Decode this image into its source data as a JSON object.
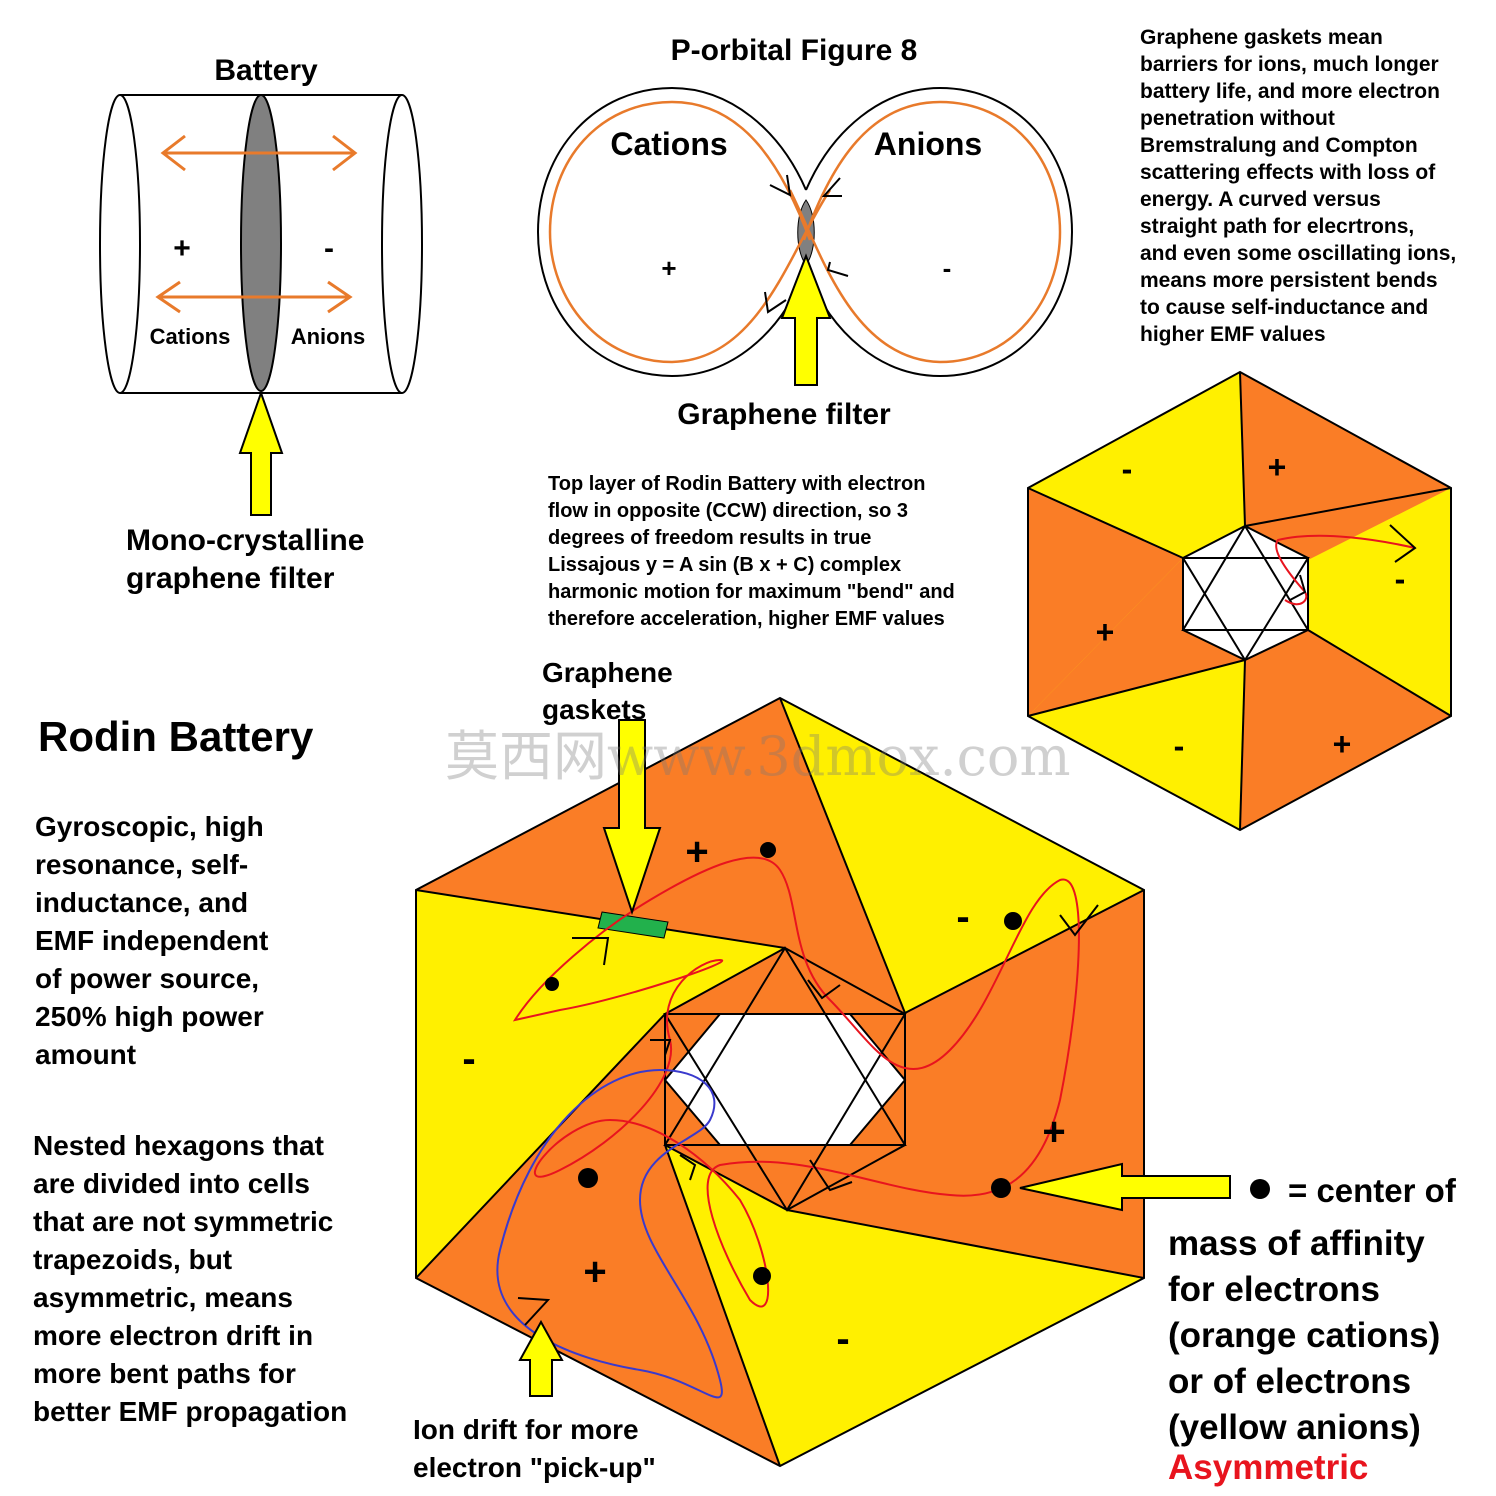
{
  "battery": {
    "title": "Battery",
    "plus": "+",
    "minus": "-",
    "cations": "Cations",
    "anions": "Anions",
    "filter_caption_1": "Mono-crystalline",
    "filter_caption_2": "graphene filter"
  },
  "orbital": {
    "title": "P-orbital Figure 8",
    "cations": "Cations",
    "anions": "Anions",
    "plus": "+",
    "minus": "-",
    "filter_caption": "Graphene filter"
  },
  "notes": {
    "gasket_note": "Graphene gaskets mean\nbarriers for ions, much longer\nbattery life, and more electron\npenetration without\nBremstralung and Compton\nscattering effects with loss of\nenergy. A curved versus\nstraight path for elecrtrons,\nand even some oscillating ions,\nmeans more persistent bends\nto cause self-inductance and\nhigher EMF values",
    "top_layer_note": "Top layer of Rodin Battery with electron\nflow in opposite (CCW) direction, so 3\ndegrees of freedom results in true\nLissajous y = A sin (B x + C) complex\nharmonic motion for maximum \"bend\" and\ntherefore acceleration, higher EMF values",
    "title": "Rodin Battery",
    "gyro_note": "Gyroscopic, high\nresonance, self-\ninductance, and\nEMF independent\nof power source,\n250% high power\namount",
    "nested_note": "Nested hexagons that\nare divided into cells\nthat are not symmetric\ntrapezoids, but\nasymmetric, means\nmore electron drift in\nmore bent paths for\nbetter EMF propagation",
    "gaskets_label": "Graphene\ngaskets",
    "ion_drift": "Ion drift for more\nelectron \"pick-up\"",
    "legend_symbol_text": "= center of",
    "legend_text": "mass of affinity\nfor electrons\n(orange cations)\nor of electrons\n(yellow anions)",
    "asymmetric": "Asymmetric"
  },
  "small_hex": {
    "signs": [
      "-",
      "+",
      "-",
      "+",
      "-",
      "+"
    ]
  },
  "big_hex": {
    "signs": [
      "+",
      "-",
      "+",
      "-",
      "+",
      "-"
    ]
  },
  "watermark": "莫西网www.3dmox.com",
  "colors": {
    "orange": "#FA7D26",
    "yellow": "#FFF000",
    "arrow_yellow": "#FFFF00",
    "red_path": "#E8141E",
    "blue_path": "#3A3ACD",
    "orange_line": "#E87A2B",
    "gasket_green": "#22B14C",
    "filter_gray": "#808080",
    "asymmetric_red": "#E8141E"
  }
}
